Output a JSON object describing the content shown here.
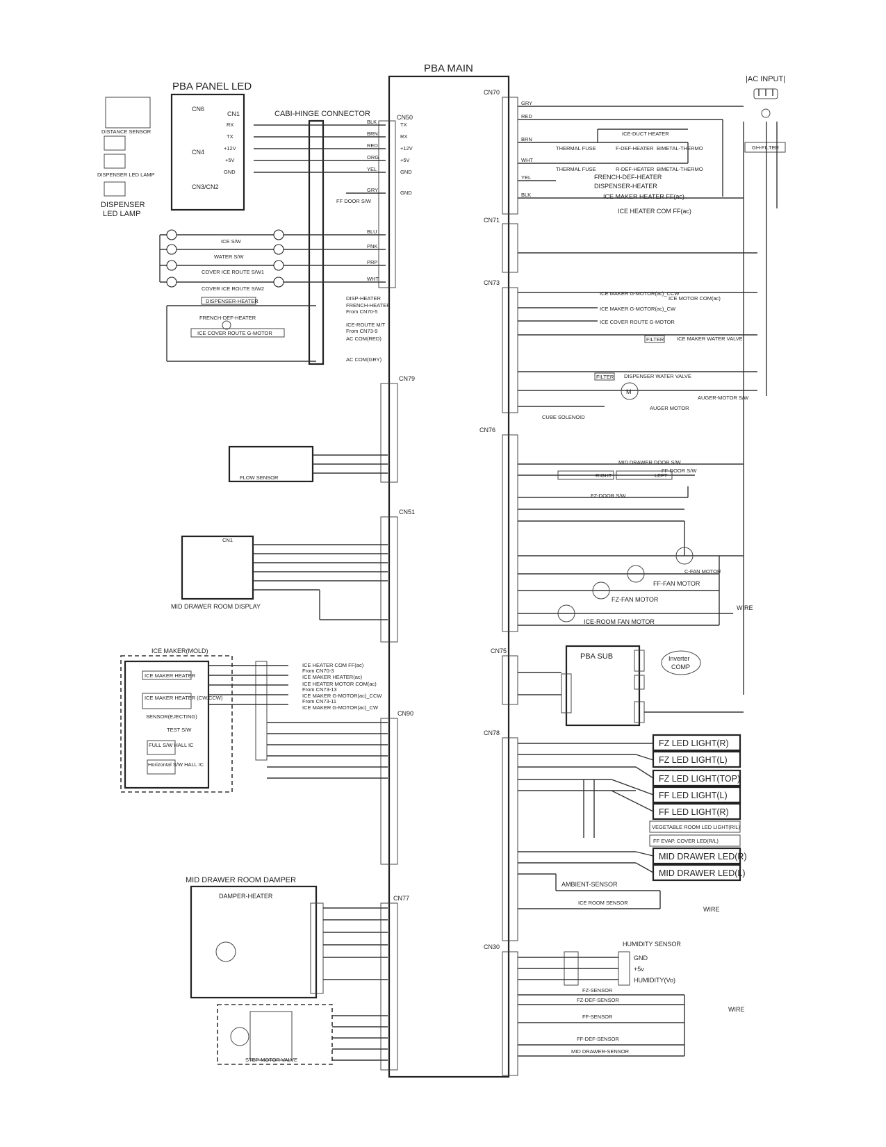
{
  "titles": {
    "pba_main": "PBA MAIN",
    "panel_led": "PBA PANEL LED",
    "ac_input": "|AC INPUT|",
    "cabi": "CABI-HINGE CONNECTOR",
    "pba_sub": "PBA SUB",
    "mid_damper": "MID DRAWER ROOM DAMPER",
    "damper_heater": "DAMPER-HEATER",
    "ice_maker": "ICE MAKER(MOLD)",
    "step_motor": "STEP-MOTOR VALVE",
    "humidity": "HUMIDITY SENSOR",
    "mid_display": "MID DRAWER ROOM DISPLAY",
    "flow": "FLOW SENSOR",
    "distance": "DISTANCE SENSOR",
    "disp_led_lamp": "DISPENSER LED LAMP",
    "disp_lamp1": "DISPENSER",
    "disp_lamp2": "LED LAMP",
    "inverter": "Inverter",
    "comp": "COMP"
  },
  "connectors": {
    "cn50": "CN50",
    "cn70": "CN70",
    "cn71": "CN71",
    "cn73": "CN73",
    "cn76": "CN76",
    "cn79": "CN79",
    "cn51": "CN51",
    "cn75": "CN75",
    "cn78": "CN78",
    "cn90": "CN90",
    "cn77": "CN77",
    "cn30": "CN30",
    "cn1": "CN1",
    "cn6": "CN6",
    "cn4": "CN4",
    "cn3": "CN3/CN2"
  },
  "cn50": {
    "wires": [
      "BLK",
      "BRN",
      "RED",
      "ORG",
      "YEL",
      "GRY",
      "BLU",
      "PNK",
      "PRP",
      "WHT"
    ],
    "labels": [
      "TX",
      "RX",
      "+12V",
      "+5V",
      "GND",
      "GND"
    ],
    "panel_pins": [
      "RX",
      "TX",
      "+12V",
      "+5V",
      "GND"
    ]
  },
  "cn70": {
    "wires": [
      "GRY",
      "RED",
      "BRN",
      "WHT",
      "YEL",
      "BLK"
    ],
    "heaters": [
      "ICE-DUCT HEATER",
      "THERMAL FUSE",
      "F-DEF-HEATER",
      "BIMETAL-THERMO",
      "THERMAL FUSE",
      "R-DEF-HEATER",
      "BIMETAL-THERMO",
      "FRENCH-DEF-HEATER",
      "DISPENSER-HEATER",
      "ICE MAKER HEATER FF(ac)",
      "ICE HEATER COM FF(ac)"
    ]
  },
  "cn73": {
    "items": [
      "ICE MAKER G-MOTOR(ac)_CCW",
      "ICE MOTOR COM(ac)",
      "ICE MAKER G-MOTOR(ac)_CW",
      "ICE COVER ROUTE G-MOTOR",
      "ICE MAKER WATER VALVE",
      "DISPENSER WATER VALVE",
      "AUGER MOTOR",
      "AUGER-MOTOR S/W",
      "CUBE SOLENOID",
      "FILTER"
    ]
  },
  "cn76": {
    "items": [
      "MID DRAWER DOOR S/W",
      "RIGHT",
      "LEFT",
      "FF-DOOR S/W",
      "FZ-DOOR S/W",
      "C-FAN MOTOR",
      "FF-FAN MOTOR",
      "FZ-FAN MOTOR",
      "ICE-ROOM FAN MOTOR",
      "WIRE"
    ]
  },
  "left_switches": [
    "ICE S/W",
    "WATER S/W",
    "COVER ICE ROUTE S/W1",
    "COVER ICE ROUTE S/W2",
    "DISPENSER-HEATER",
    "FRENCH-DEF-HEATER",
    "ICE COVER ROUTE G-MOTOR"
  ],
  "cabi_notes": [
    "DISP-HEATER",
    "FRENCH-HEATER",
    "From CN70-5",
    "ICE-ROUTE M/T",
    "From CN73-9",
    "AC COM(RED)",
    "AC COM(GRY)",
    "FF DOOR S/W"
  ],
  "cn78_leds": [
    "FZ LED LIGHT(R)",
    "FZ LED LIGHT(L)",
    "FZ LED LIGHT(TOP)",
    "FF LED LIGHT(L)",
    "FF LED LIGHT(R)",
    "VEGETABLE ROOM LED LIGHT(R/L)",
    "FF EVAP. COVER LED(R/L)",
    "MID DRAWER LED(R)",
    "MID DRAWER LED(L)"
  ],
  "sensors": [
    "AMBIENT-SENSOR",
    "ICE ROOM SENSOR",
    "FZ-SENSOR",
    "FZ-DEF-SENSOR",
    "FF-SENSOR",
    "FF-DEF-SENSOR",
    "MID DRAWER-SENSOR",
    "WIRE"
  ],
  "humidity_pins": [
    "GND",
    "+5v",
    "HUMIDITY(Vo)"
  ],
  "ice_maker_notes": [
    "ICE HEATER COM FF(ac)",
    "From CN70-3",
    "ICE MAKER HEATER(ac)",
    "ICE HEATER MOTOR COM(ac)",
    "From CN73-13",
    "ICE MAKER G-MOTOR(ac)_CCW",
    "From CN73-11",
    "ICE MAKER G-MOTOR(ac)_CW",
    "ICE MAKER HEATER",
    "ICE MAKER HEATER (CW,CCW)",
    "SENSOR(EJECTING)",
    "TEST S/W",
    "FULL S/W HALL IC",
    "Horizontal S/W HALL IC"
  ],
  "colors": {
    "line": "#333333",
    "paper": "#ffffff"
  }
}
